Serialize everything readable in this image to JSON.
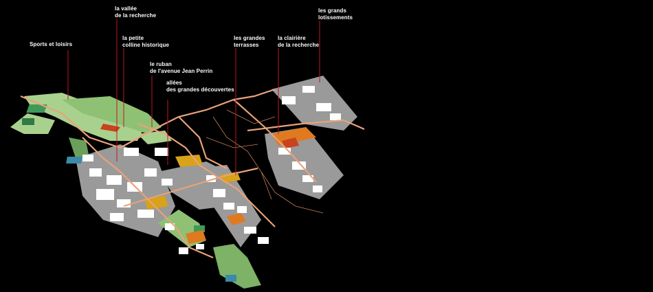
{
  "labels": {
    "vallee": "la vallée\nde la recherche",
    "sports": "Sports et loisirs",
    "petite_colline": "la petite\ncolline historique",
    "ruban": "le ruban\nde l'avenue  Jean Perrin",
    "allees": "allées\ndes grandes découvertes",
    "grandes_terrasses": "les grandes\nterrasses",
    "clairiere": "la clairière\nde la recherche",
    "lotissements": "les grands\nlotissements"
  },
  "colors": {
    "background": "#000000",
    "leader_line": "#c0171c",
    "green_space": "#a9d18e",
    "dark_green": "#3f7a3a",
    "road": "#e9a27a",
    "building": "#ffffff",
    "shadow": "#8c8c8c",
    "orange_zone": "#e07a1f",
    "yellow_zone": "#d8a21a",
    "red_zone": "#c8431e",
    "water": "#3a8aa8"
  }
}
